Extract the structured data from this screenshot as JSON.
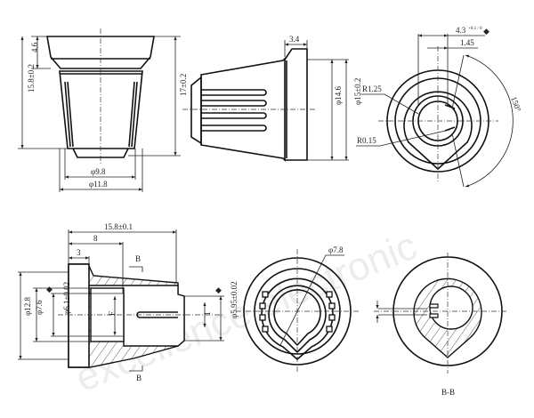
{
  "title": "Knob technical drawing",
  "watermark": "excellence electronic",
  "views": {
    "front": {
      "dim_height_top": "4.6",
      "dim_height_total": "15.8±0.2",
      "dim_dia_inner": "φ9.8",
      "dim_dia_outer": "φ11.8"
    },
    "side": {
      "dim_height": "17±0.2",
      "dim_cap_width": "3.4",
      "dim_dia_cap": "φ14.6",
      "dim_dia_outer": "φ15±0.2"
    },
    "top": {
      "dim_width": "4.3",
      "dim_width_tol": "+0.1 / 0",
      "dim_offset": "1.45",
      "radius_1": "R1.25",
      "radius_2": "R0.15",
      "angle": "150°"
    },
    "section": {
      "dim_length": "15.8±0.1",
      "dim_depth": "8",
      "dim_flange": "3",
      "dim_dia_flange": "φ12.8",
      "dim_dia_bore": "φ7.6",
      "dim_dia_shaft": "φ6.1±0.02",
      "dim_dia_end": "φ5.95±0.02",
      "section_mark": "B",
      "slot_label": "1",
      "inner_label": "F"
    },
    "bottom": {
      "dim_dia": "φ7.8"
    },
    "section_bb": {
      "label": "B-B"
    }
  }
}
